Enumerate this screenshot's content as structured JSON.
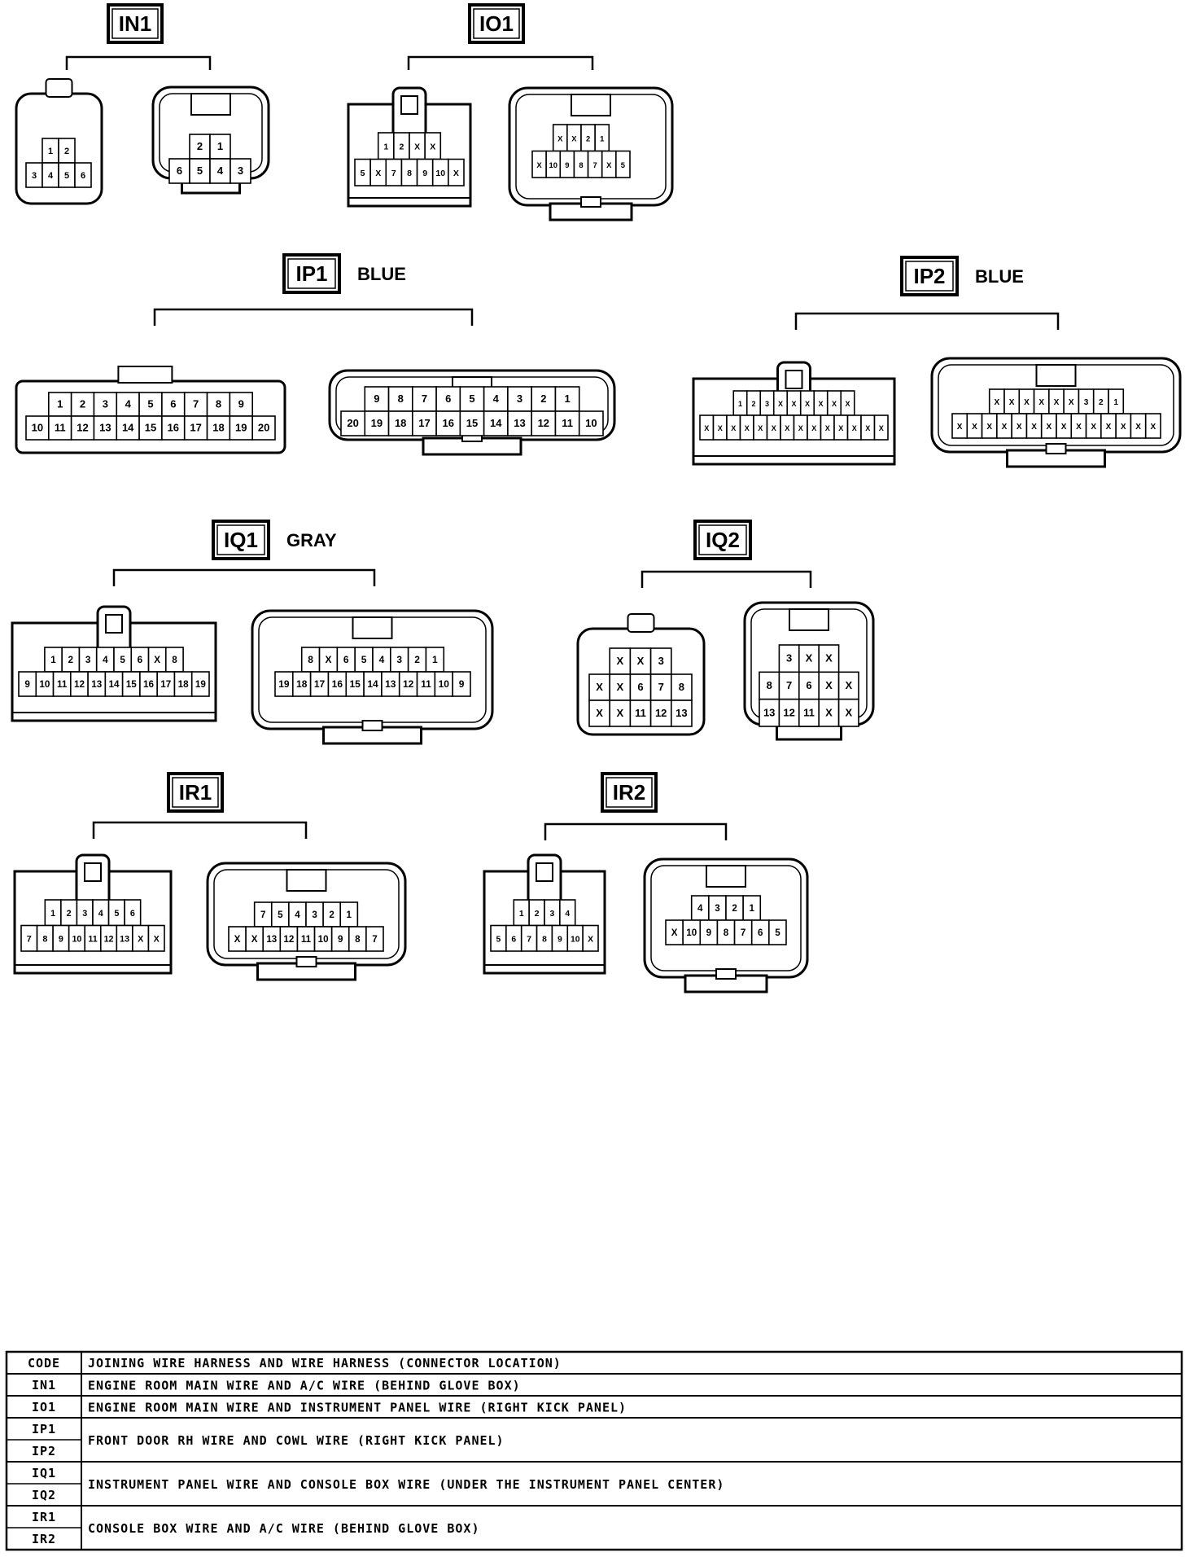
{
  "groups": [
    {
      "code": "IN1",
      "color": "",
      "left": {
        "rows": [
          [
            "1",
            "2"
          ],
          [
            "3",
            "4",
            "5",
            "6"
          ]
        ]
      },
      "right": {
        "rows": [
          [
            "2",
            "1"
          ],
          [
            "6",
            "5",
            "4",
            "3"
          ]
        ]
      }
    },
    {
      "code": "IO1",
      "color": "",
      "left": {
        "rows": [
          [
            "1",
            "2",
            "X",
            "X"
          ],
          [
            "5",
            "X",
            "7",
            "8",
            "9",
            "10",
            "X"
          ]
        ]
      },
      "right": {
        "rows": [
          [
            "X",
            "X",
            "2",
            "1"
          ],
          [
            "X",
            "10",
            "9",
            "8",
            "7",
            "X",
            "5"
          ]
        ]
      }
    },
    {
      "code": "IP1",
      "color": "BLUE",
      "left": {
        "rows": [
          [
            "1",
            "2",
            "3",
            "4",
            "5",
            "6",
            "7",
            "8",
            "9"
          ],
          [
            "10",
            "11",
            "12",
            "13",
            "14",
            "15",
            "16",
            "17",
            "18",
            "19",
            "20"
          ]
        ]
      },
      "right": {
        "rows": [
          [
            "9",
            "8",
            "7",
            "6",
            "5",
            "4",
            "3",
            "2",
            "1"
          ],
          [
            "20",
            "19",
            "18",
            "17",
            "16",
            "15",
            "14",
            "13",
            "12",
            "11",
            "10"
          ]
        ]
      }
    },
    {
      "code": "IP2",
      "color": "BLUE",
      "left": {
        "rows": [
          [
            "1",
            "2",
            "3",
            "X",
            "X",
            "X",
            "X",
            "X",
            "X"
          ],
          [
            "X",
            "X",
            "X",
            "X",
            "X",
            "X",
            "X",
            "X",
            "X",
            "X",
            "X",
            "X",
            "X",
            "X"
          ]
        ]
      },
      "right": {
        "rows": [
          [
            "X",
            "X",
            "X",
            "X",
            "X",
            "X",
            "3",
            "2",
            "1"
          ],
          [
            "X",
            "X",
            "X",
            "X",
            "X",
            "X",
            "X",
            "X",
            "X",
            "X",
            "X",
            "X",
            "X",
            "X"
          ]
        ]
      }
    },
    {
      "code": "IQ1",
      "color": "GRAY",
      "left": {
        "rows": [
          [
            "1",
            "2",
            "3",
            "4",
            "5",
            "6",
            "X",
            "8"
          ],
          [
            "9",
            "10",
            "11",
            "12",
            "13",
            "14",
            "15",
            "16",
            "17",
            "18",
            "19"
          ]
        ]
      },
      "right": {
        "rows": [
          [
            "8",
            "X",
            "6",
            "5",
            "4",
            "3",
            "2",
            "1"
          ],
          [
            "19",
            "18",
            "17",
            "16",
            "15",
            "14",
            "13",
            "12",
            "11",
            "10",
            "9"
          ]
        ]
      }
    },
    {
      "code": "IQ2",
      "color": "",
      "left": {
        "rows": [
          [
            "X",
            "X",
            "3"
          ],
          [
            "X",
            "X",
            "6",
            "7",
            "8"
          ],
          [
            "X",
            "X",
            "11",
            "12",
            "13"
          ]
        ]
      },
      "right": {
        "rows": [
          [
            "3",
            "X",
            "X"
          ],
          [
            "8",
            "7",
            "6",
            "X",
            "X"
          ],
          [
            "13",
            "12",
            "11",
            "X",
            "X"
          ]
        ]
      }
    },
    {
      "code": "IR1",
      "color": "",
      "left": {
        "rows": [
          [
            "1",
            "2",
            "3",
            "4",
            "5",
            "6"
          ],
          [
            "7",
            "8",
            "9",
            "10",
            "11",
            "12",
            "13",
            "X",
            "X"
          ]
        ]
      },
      "right": {
        "rows": [
          [
            "7",
            "5",
            "4",
            "3",
            "2",
            "1"
          ],
          [
            "X",
            "X",
            "13",
            "12",
            "11",
            "10",
            "9",
            "8",
            "7"
          ]
        ]
      }
    },
    {
      "code": "IR2",
      "color": "",
      "left": {
        "rows": [
          [
            "1",
            "2",
            "3",
            "4"
          ],
          [
            "5",
            "6",
            "7",
            "8",
            "9",
            "10",
            "X"
          ]
        ]
      },
      "right": {
        "rows": [
          [
            "4",
            "3",
            "2",
            "1"
          ],
          [
            "X",
            "10",
            "9",
            "8",
            "7",
            "6",
            "5"
          ]
        ]
      }
    }
  ],
  "table": {
    "header": {
      "code": "CODE",
      "desc": "JOINING WIRE HARNESS AND WIRE HARNESS (CONNECTOR LOCATION)"
    },
    "rows": [
      {
        "codes": [
          "IN1"
        ],
        "desc": "ENGINE ROOM MAIN WIRE AND A/C WIRE (BEHIND GLOVE BOX)"
      },
      {
        "codes": [
          "IO1"
        ],
        "desc": "ENGINE ROOM MAIN WIRE AND INSTRUMENT PANEL WIRE (RIGHT KICK PANEL)"
      },
      {
        "codes": [
          "IP1",
          "IP2"
        ],
        "desc": "FRONT DOOR RH WIRE AND COWL WIRE (RIGHT KICK PANEL)"
      },
      {
        "codes": [
          "IQ1",
          "IQ2"
        ],
        "desc": "INSTRUMENT PANEL WIRE AND CONSOLE BOX WIRE (UNDER THE INSTRUMENT PANEL CENTER)"
      },
      {
        "codes": [
          "IR1",
          "IR2"
        ],
        "desc": "CONSOLE BOX WIRE AND A/C WIRE (BEHIND GLOVE BOX)"
      }
    ]
  }
}
